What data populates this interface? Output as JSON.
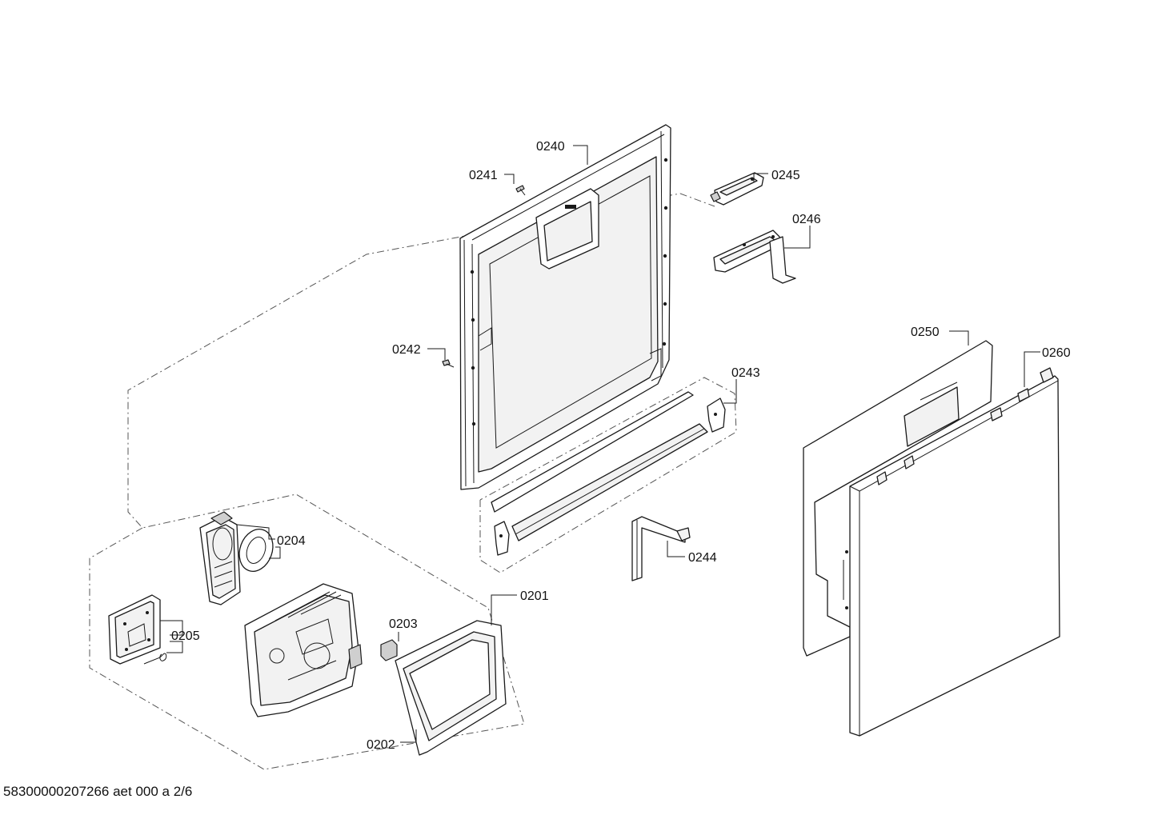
{
  "labels": {
    "p0240": "0240",
    "p0241": "0241",
    "p0242": "0242",
    "p0243": "0243",
    "p0244": "0244",
    "p0245": "0245",
    "p0246": "0246",
    "p0250": "0250",
    "p0260": "0260",
    "p0201": "0201",
    "p0202": "0202",
    "p0203": "0203",
    "p0204": "0204",
    "p0205": "0205"
  },
  "footer": {
    "document_code": "58300000207266 aet 000 a 2/6"
  }
}
